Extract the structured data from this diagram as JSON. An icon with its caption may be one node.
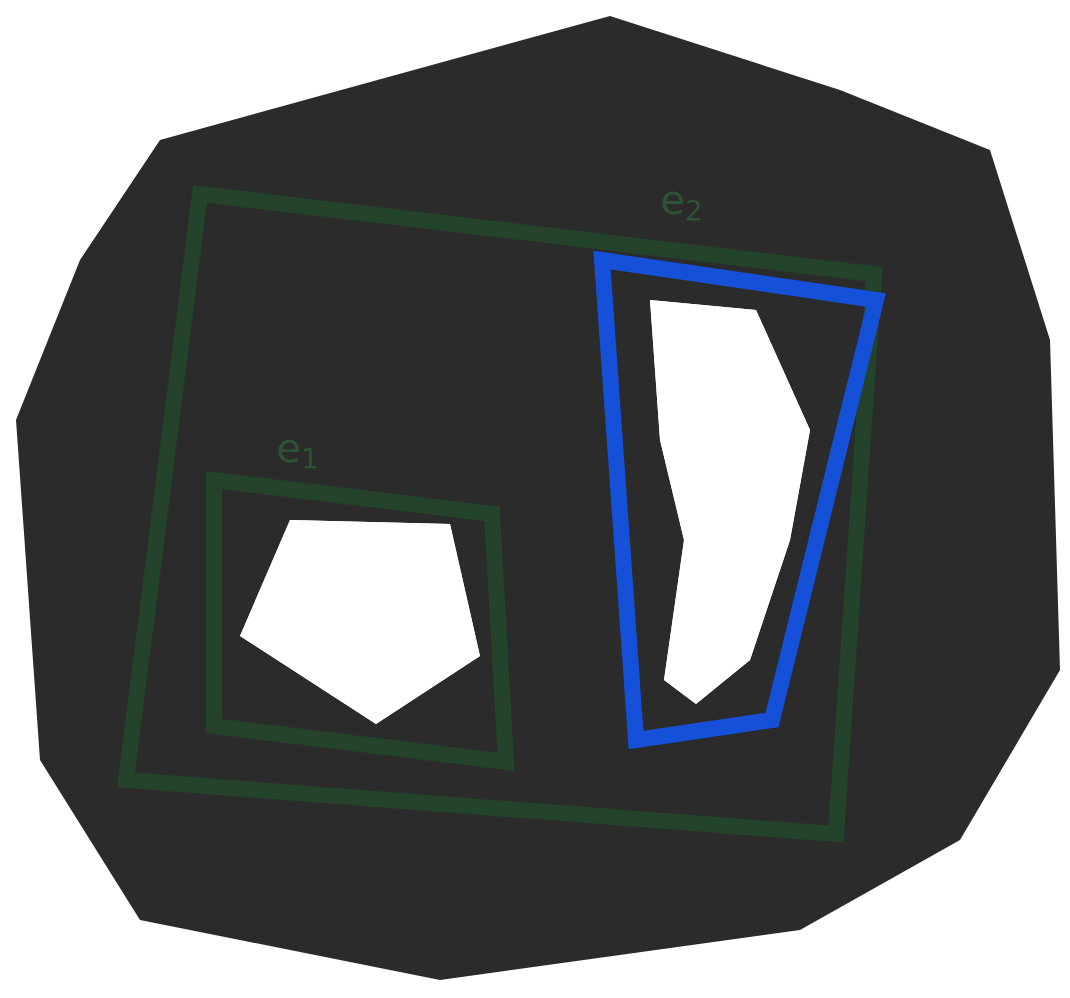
{
  "diagram": {
    "nodes": [
      {
        "text": [
          "e$_{2}$"
        ]
      },
      {
        "text": [
          "e$_{1}$"
        ],
        "in": 0
      },
      {
        "text": [],
        "shape": "box",
        "in": 0
      }
    ]
  }
}
